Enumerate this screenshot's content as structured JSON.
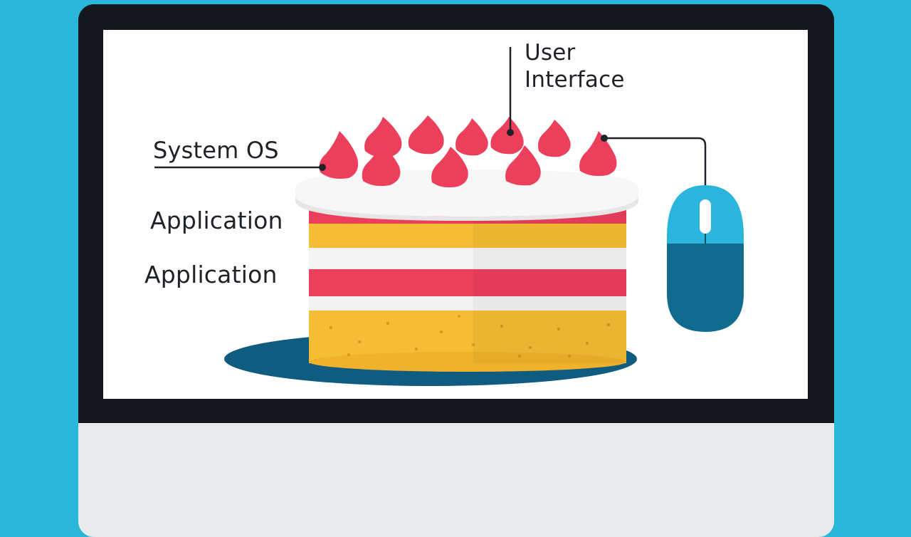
{
  "diagram": {
    "labels": {
      "system_os": "System OS",
      "application_1": "Application",
      "application_2": "Application",
      "user_interface_line1": "User",
      "user_interface_line2": "Interface"
    }
  },
  "colors": {
    "background": "#2ab7d9",
    "bezel": "#14181c",
    "chin": "#e9eaec",
    "frosting_pink": "#ec3f5c",
    "cake_yellow": "#f5bd35",
    "cream_white": "#f4f4f4",
    "plate": "#0f5c80",
    "mouse_top": "#2bb5dc",
    "mouse_body": "#106b8e"
  },
  "icons": [
    "cake-icon",
    "computer-mouse-icon"
  ]
}
